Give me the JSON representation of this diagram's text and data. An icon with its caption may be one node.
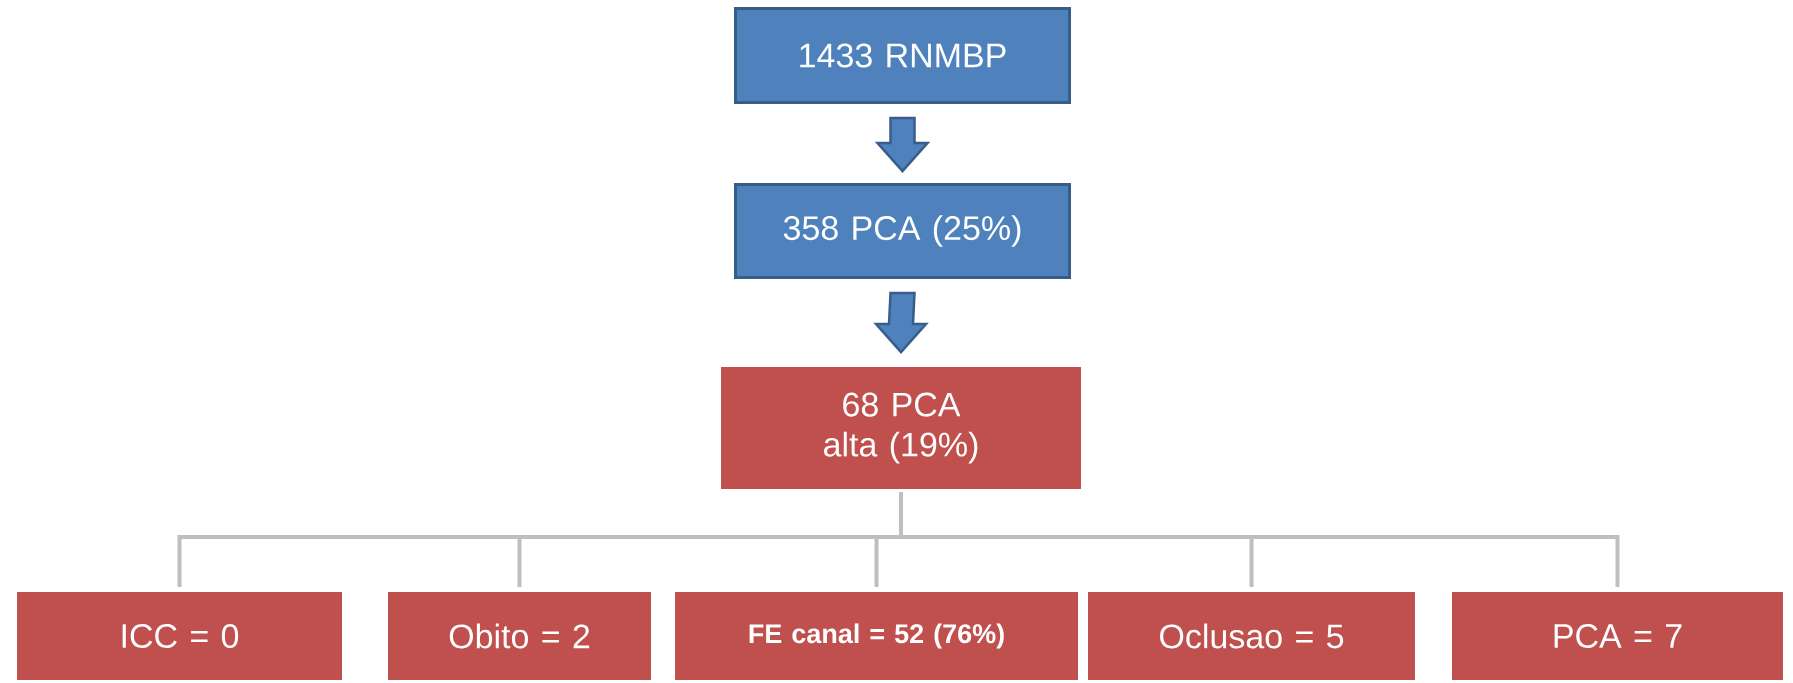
{
  "diagram": {
    "nodes": [
      {
        "text": [
          "1433 RNMBP"
        ]
      },
      {
        "text": [
          "358 PCA (25%)"
        ]
      },
      {
        "text": [
          "68 PCA alta (19%)"
        ]
      },
      {
        "text": [
          "ICC = 0"
        ]
      },
      {
        "text": [
          "Obito = 2"
        ]
      },
      {
        "text": [
          "FE canal = 52 (76%)"
        ]
      },
      {
        "text": [
          "Oclusao = 5"
        ]
      },
      {
        "text": [
          "PCA = 7"
        ]
      }
    ],
    "edges": [
      {
        "from": 0,
        "to": 1,
        "arrow": "to",
        "style": "thick"
      },
      {
        "from": 1,
        "to": 2,
        "arrow": "to",
        "style": "thick"
      },
      {
        "from": 2,
        "to": 3,
        "arrow": "none"
      },
      {
        "from": 2,
        "to": 4,
        "arrow": "none"
      },
      {
        "from": 2,
        "to": 5,
        "arrow": "none"
      },
      {
        "from": 2,
        "to": 6,
        "arrow": "none"
      },
      {
        "from": 2,
        "to": 7,
        "arrow": "none"
      }
    ]
  }
}
